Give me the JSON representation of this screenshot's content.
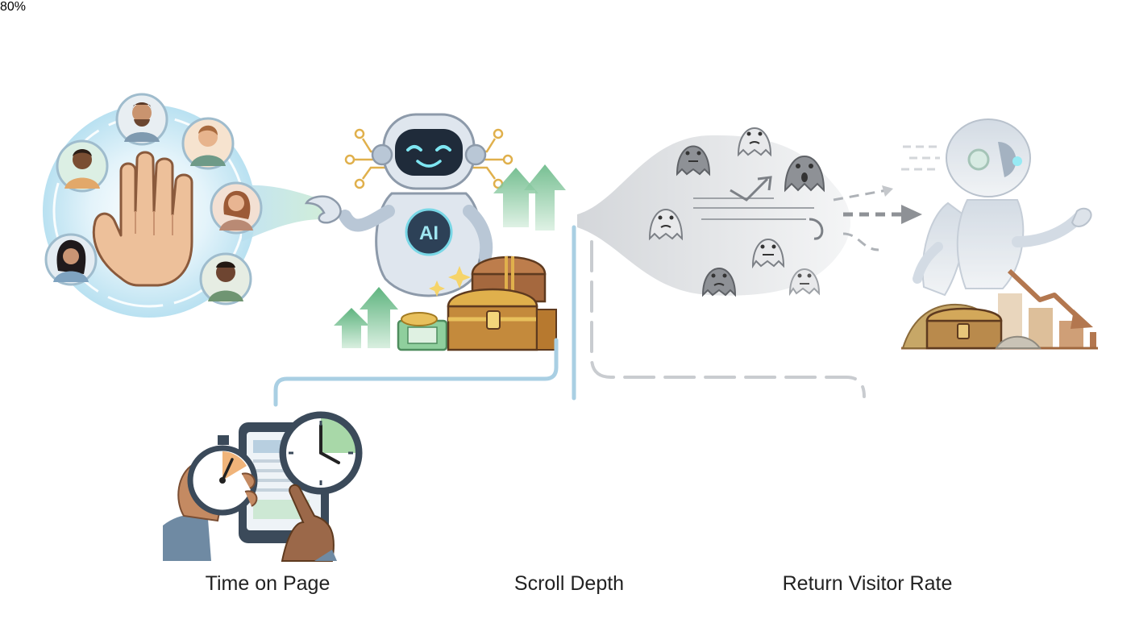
{
  "robot": {
    "chest_label": "AI"
  },
  "metrics": {
    "time_on_page": {
      "label": "Time on Page"
    },
    "scroll_depth": {
      "label": "Scroll Depth",
      "percent_label": "80%"
    },
    "return_visitor_rate": {
      "label": "Return Visitor Rate"
    }
  },
  "colors": {
    "audience_glow": "#bfe3f3",
    "connector_blue": "#a9cfe3",
    "growth_green": "#6bbf8a",
    "decline_brown": "#b3774f",
    "ghost_gray": "#8e9196",
    "gold": "#e0b04c",
    "robot_steel": "#c9d3de"
  },
  "icons": [
    "raised-hand-icon",
    "person-avatar-icon",
    "ai-robot-icon",
    "treasure-chest-icon",
    "up-arrow-icon",
    "ghost-icon",
    "stopwatch-icon",
    "clock-icon",
    "tablet-icon",
    "smartphone-icon",
    "down-arrow-icon",
    "globe-icon",
    "walking-person-icon",
    "declining-bar-chart-icon"
  ]
}
